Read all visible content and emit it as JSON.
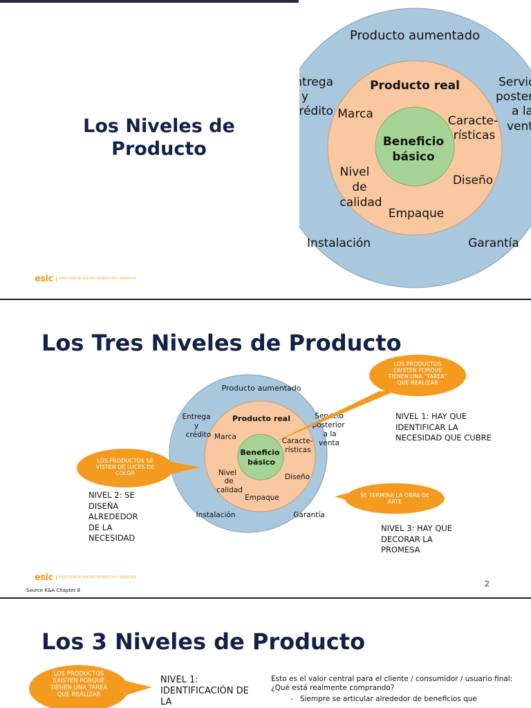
{
  "diagram_labels": {
    "outer": "Producto aumentado",
    "middle": "Producto real",
    "core_line1": "Beneficio",
    "core_line2": "básico",
    "marca": "Marca",
    "caracteristicas_1": "Caracte-",
    "caracteristicas_2": "rísticas",
    "nivel_1": "Nivel",
    "nivel_2": "de",
    "nivel_3": "calidad",
    "diseno": "Diseño",
    "empaque": "Empaque",
    "entrega_1": "Entrega",
    "entrega_2": "y",
    "entrega_3": "crédito",
    "servicio_1": "Servicio",
    "servicio_2": "posterior",
    "servicio_3": "a la",
    "servicio_4": "venta",
    "instalacion": "Instalación",
    "garantia": "Garantía"
  },
  "slide1": {
    "title_line1": "Los Niveles de",
    "title_line2": "Producto",
    "logo_mark": "esic",
    "logo_sub": "DIRECCION DE NUEVOS PRODUCTOS Y SERVICIOS"
  },
  "slide2": {
    "title": "Los Tres Niveles de Producto",
    "callout_tarea": "LOS PRODUCTOS EXISTEN PORQUE TIENEN UNA \"TAREA\" QUE REALIZAR",
    "callout_luces": "LOS PRODUCTOS SE VISTEN DE LUCES DE COLOR",
    "callout_arte": "SE TERMINA LA OBRA DE ARTE",
    "nivel1": "NIVEL 1: HAY QUE IDENTIFICAR LA NECESIDAD QUE CUBRE",
    "nivel2": "NIVEL 2: SE DISEÑA ALREDEDOR DE LA NECESIDAD",
    "nivel3": "NIVEL 3: HAY QUE DECORAR LA PROMESA",
    "page_number": "2",
    "source": "Source K&A Chapter 8",
    "logo_mark": "esic",
    "logo_sub": "DIRECCION DE NUEVOS PRODUCTOS Y SERVICIOS"
  },
  "slide3": {
    "title": "Los 3 Niveles de Producto",
    "callout_tarea": "LOS PRODUCTOS EXISTEN PORQUE TIENEN UNA TAREA QUE REALIZAR",
    "nivel1": "NIVEL 1: IDENTIFICACIÓN DE LA",
    "body": "Esto es el valor central para el cliente / consumidor / usuario final: ¿Qué está realmente comprando?",
    "bullet_marker": "-",
    "bullet": "Siempre se articular alrededor de beneficios que"
  },
  "colors": {
    "outer_ring": "#a9c7dd",
    "middle_ring": "#f9c8a0",
    "core": "#a6d496",
    "callout": "#f49a1e",
    "title": "#12204a"
  }
}
